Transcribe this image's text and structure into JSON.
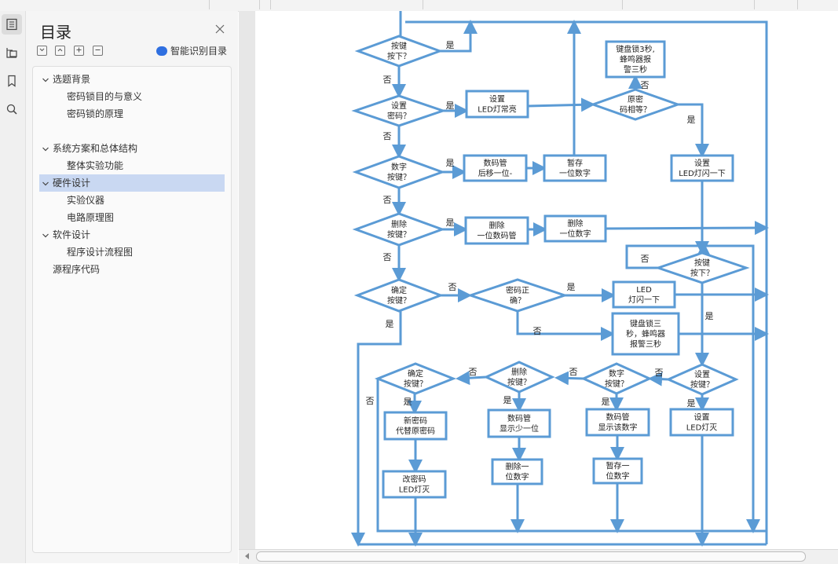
{
  "sidebar": {
    "title": "目录",
    "smart_toc_label": "智能识别目录",
    "items": [
      {
        "label": "选题背景",
        "level": 1,
        "expanded": true,
        "selected": false
      },
      {
        "label": "密码锁目的与意义",
        "level": 2,
        "selected": false
      },
      {
        "label": "密码锁的原理",
        "level": 2,
        "selected": false
      },
      {
        "label": "系统方案和总体结构",
        "level": 1,
        "expanded": true,
        "selected": false
      },
      {
        "label": "整体实验功能",
        "level": 2,
        "selected": false
      },
      {
        "label": "硬件设计",
        "level": 1,
        "expanded": true,
        "selected": true
      },
      {
        "label": "实验仪器",
        "level": 2,
        "selected": false
      },
      {
        "label": "电路原理图",
        "level": 2,
        "selected": false
      },
      {
        "label": "软件设计",
        "level": 1,
        "expanded": true,
        "selected": false
      },
      {
        "label": "程序设计流程图",
        "level": 2,
        "selected": false
      },
      {
        "label": "源程序代码",
        "level": 1,
        "expanded": false,
        "selected": false
      }
    ]
  },
  "rail_icons": [
    "toc-icon",
    "structure-icon",
    "bookmark-icon",
    "search-icon"
  ],
  "colors": {
    "flow_line": "#5b9bd5",
    "selection": "#c9d8f2"
  },
  "flowchart": {
    "decisions": {
      "d1": [
        "按键",
        "按下？"
      ],
      "d2": [
        "设置",
        "密码？"
      ],
      "d3": [
        "数字",
        "按键？"
      ],
      "d4": [
        "删除",
        "按键？"
      ],
      "d5": [
        "确定",
        "按键？"
      ],
      "d6": [
        "密码正",
        "确？"
      ],
      "d7": [
        "原密",
        "码相等？"
      ],
      "d8": [
        "按键",
        "按下？"
      ],
      "d9": [
        "设置",
        "按键？"
      ],
      "d10": [
        "数字",
        "按键？"
      ],
      "d11": [
        "删除",
        "按键？"
      ],
      "d12": [
        "确定",
        "按键？"
      ]
    },
    "processes": {
      "p1": [
        "设置",
        "LED灯常亮"
      ],
      "p2": [
        "数码管",
        "后移一位-"
      ],
      "p3": [
        "暂存",
        "一位数字"
      ],
      "p4": [
        "删除",
        "一位数码管"
      ],
      "p5": [
        "删除",
        "一位数字"
      ],
      "p6": [
        "LED",
        "灯闪一下"
      ],
      "p7": [
        "键盘锁三",
        "秒，蜂鸣器",
        "报警三秒"
      ],
      "p8": [
        "键盘锁3秒,",
        "蜂鸣器报",
        "警三秒"
      ],
      "p9": [
        "设置",
        "LED灯闪一下"
      ],
      "p10": [
        "设置",
        "LED灯灭"
      ],
      "p11": [
        "数码管",
        "显示该数字"
      ],
      "p12": [
        "暂存一",
        "位数字"
      ],
      "p13": [
        "数码管",
        "显示少一位"
      ],
      "p14": [
        "删除一",
        "位数字"
      ],
      "p15": [
        "新密码",
        "代替原密码"
      ],
      "p16": [
        "改密码",
        "LED灯灭"
      ]
    },
    "yes_label": "是",
    "no_label": "否"
  }
}
